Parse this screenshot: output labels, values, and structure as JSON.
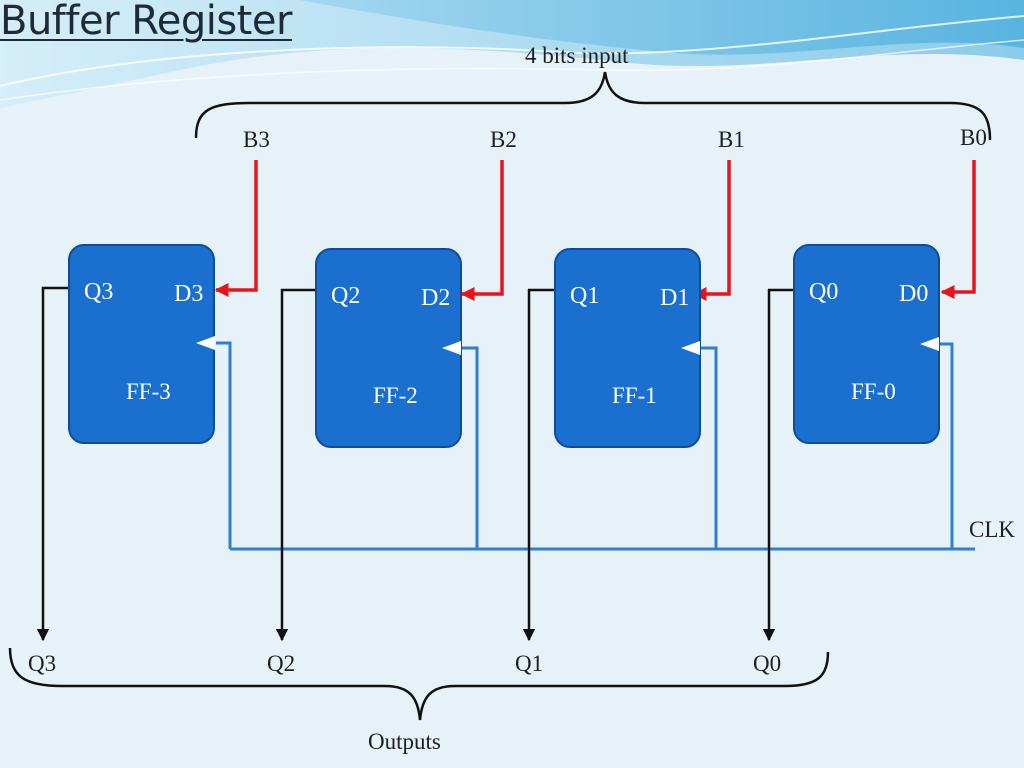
{
  "title": "Buffer Register",
  "input_label": "4 bits input",
  "output_label": "Outputs",
  "clock_label": "CLK",
  "inputs": [
    "B3",
    "B2",
    "B1",
    "B0"
  ],
  "outputs": [
    "Q3",
    "Q2",
    "Q1",
    "Q0"
  ],
  "flipflops": [
    {
      "name": "FF-3",
      "q": "Q3",
      "d": "D3"
    },
    {
      "name": "FF-2",
      "q": "Q2",
      "d": "D2"
    },
    {
      "name": "FF-1",
      "q": "Q1",
      "d": "D1"
    },
    {
      "name": "FF-0",
      "q": "Q0",
      "d": "D0"
    }
  ],
  "colors": {
    "input_wire": "#e8141c",
    "clock_wire": "#2f7fd0",
    "output_wire": "#111111",
    "flipflop_fill": "#1a6fcf"
  }
}
